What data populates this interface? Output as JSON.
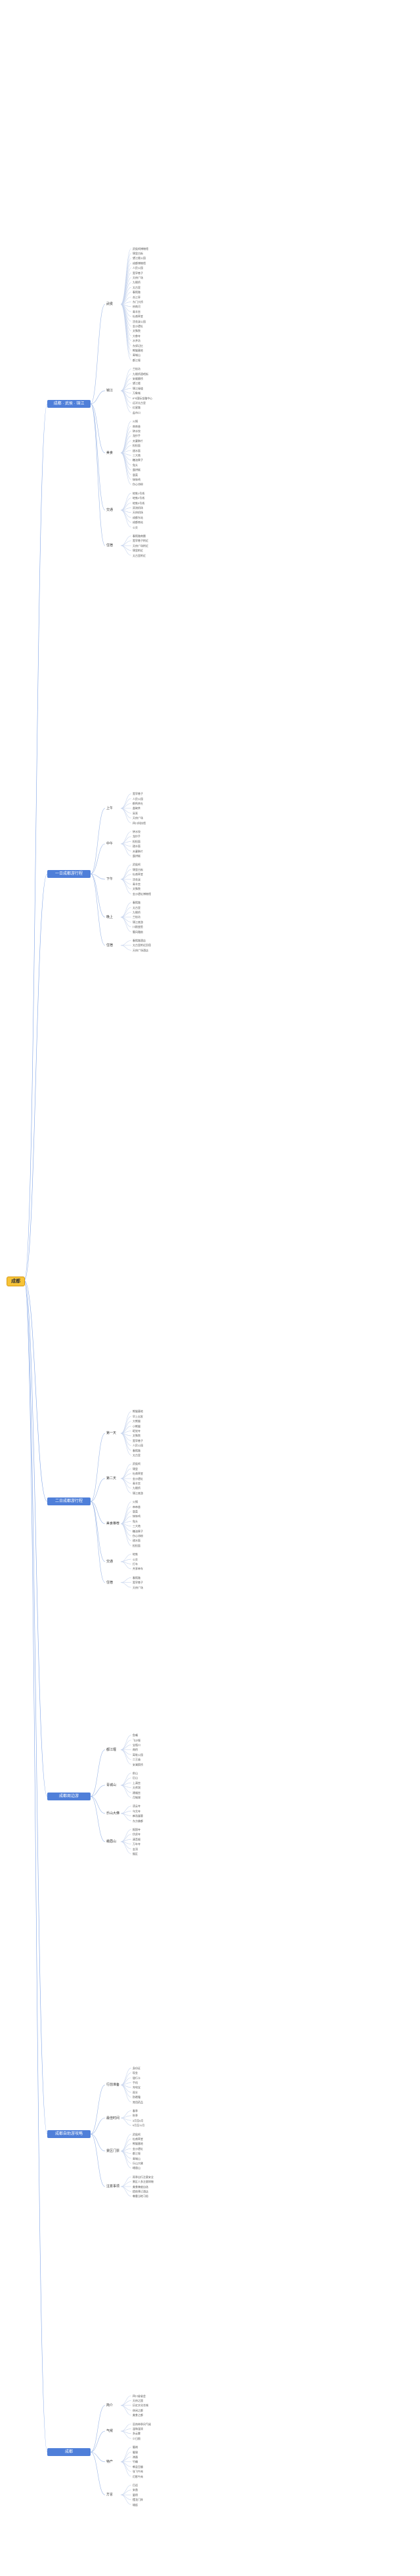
{
  "root": {
    "label": "成都"
  },
  "branches": [
    {
      "label": "成都 · 武侯 · 锦江",
      "topics": [
        {
          "label": "武侯",
          "leaves": [
            "武侯祠博物馆",
            "锦里古街",
            "望江楼公园",
            "成都博物馆",
            "人民公园",
            "宽窄巷子",
            "天府广场",
            "九眼桥",
            "太古里",
            "春熙路",
            "合江亭",
            "东门大桥",
            "府南河",
            "青羊宫",
            "杜甫草堂",
            "浣花溪公园",
            "金沙遗址",
            "文殊院",
            "大慈寺",
            "水井坊",
            "东郊记忆",
            "熊猫基地",
            "青城山",
            "都江堰"
          ]
        },
        {
          "label": "锦江",
          "leaves": [
            "兰桂坊",
            "九眼桥酒吧街",
            "安顺廊桥",
            "望江楼",
            "锦江绿道",
            "万象城",
            "IFS国际金融中心",
            "远洋太古里",
            "红星路",
            "盐市口"
          ]
        },
        {
          "label": "美食",
          "leaves": [
            "火锅",
            "串串香",
            "钟水饺",
            "龙抄手",
            "夫妻肺片",
            "担担面",
            "甜水面",
            "三大炮",
            "糖油果子",
            "兔头",
            "蛋烘糕",
            "冒菜",
            "钵钵鸡",
            "伤心凉粉"
          ]
        },
        {
          "label": "交通",
          "leaves": [
            "地铁1号线",
            "地铁2号线",
            "地铁3号线",
            "双流机场",
            "天府机场",
            "成都东站",
            "成都南站",
            "公交"
          ]
        },
        {
          "label": "住宿",
          "leaves": [
            "春熙路商圈",
            "宽窄巷子附近",
            "天府广场附近",
            "锦里附近",
            "太古里附近"
          ]
        }
      ]
    },
    {
      "label": "一日成都游行程",
      "topics": [
        {
          "label": "上午",
          "leaves": [
            "宽窄巷子",
            "人民公园",
            "鹤鸣茶社",
            "盖碗茶",
            "采耳",
            "天府广场",
            "四川科技馆"
          ]
        },
        {
          "label": "中午",
          "leaves": [
            "钟水饺",
            "龙抄手",
            "担担面",
            "甜水面",
            "夫妻肺片",
            "蛋烘糕"
          ]
        },
        {
          "label": "下午",
          "leaves": [
            "武侯祠",
            "锦里古街",
            "杜甫草堂",
            "浣花溪",
            "青羊宫",
            "文殊院",
            "金沙遗址博物馆"
          ]
        },
        {
          "label": "晚上",
          "leaves": [
            "春熙路",
            "太古里",
            "九眼桥",
            "兰桂坊",
            "锦江夜游",
            "川剧变脸",
            "蜀风雅韵"
          ]
        },
        {
          "label": "住宿",
          "leaves": [
            "春熙路酒店",
            "太古里附近民宿",
            "天府广场酒店"
          ]
        }
      ]
    },
    {
      "label": "二日成都游行程",
      "topics": [
        {
          "label": "第一天",
          "leaves": [
            "熊猫基地",
            "早上出发",
            "大熊猫",
            "小熊猫",
            "昭觉寺",
            "文殊院",
            "宽窄巷子",
            "人民公园",
            "春熙路",
            "太古里"
          ]
        },
        {
          "label": "第二天",
          "leaves": [
            "武侯祠",
            "锦里",
            "杜甫草堂",
            "金沙遗址",
            "青羊宫",
            "九眼桥",
            "锦江夜游"
          ]
        },
        {
          "label": "美食推荐",
          "leaves": [
            "火锅",
            "串串香",
            "冒菜",
            "钵钵鸡",
            "兔头",
            "三大炮",
            "糖油果子",
            "伤心凉粉",
            "甜水面",
            "担担面"
          ]
        },
        {
          "label": "交通",
          "leaves": [
            "地铁",
            "公交",
            "打车",
            "共享单车"
          ]
        },
        {
          "label": "住宿",
          "leaves": [
            "春熙路",
            "宽窄巷子",
            "天府广场"
          ]
        }
      ]
    },
    {
      "label": "成都周边游",
      "topics": [
        {
          "label": "都江堰",
          "leaves": [
            "鱼嘴",
            "飞沙堰",
            "宝瓶口",
            "南桥",
            "离堆公园",
            "二王庙",
            "安澜索桥"
          ]
        },
        {
          "label": "青城山",
          "leaves": [
            "前山",
            "后山",
            "上清宫",
            "天师洞",
            "建福宫",
            "月城湖"
          ]
        },
        {
          "label": "乐山大佛",
          "leaves": [
            "凌云寺",
            "乌尤寺",
            "麻浩崖墓",
            "东方佛都"
          ]
        },
        {
          "label": "峨眉山",
          "leaves": [
            "报国寺",
            "伏虎寺",
            "清音阁",
            "万年寺",
            "金顶",
            "猴区"
          ]
        }
      ]
    },
    {
      "label": "成都自助游攻略",
      "topics": [
        {
          "label": "行前准备",
          "leaves": [
            "身份证",
            "现金",
            "银行卡",
            "手机",
            "充电宝",
            "雨伞",
            "防晒霜",
            "常用药品"
          ]
        },
        {
          "label": "最佳时间",
          "leaves": [
            "春季",
            "秋季",
            "3月至6月",
            "9月至11月"
          ]
        },
        {
          "label": "景区门票",
          "leaves": [
            "武侯祠",
            "杜甫草堂",
            "熊猫基地",
            "金沙遗址",
            "都江堰",
            "青城山",
            "乐山大佛",
            "峨眉山"
          ]
        },
        {
          "label": "注意事项",
          "leaves": [
            "雨季出行注意安全",
            "景区人多注意财物",
            "美食辣度自选",
            "提前预订酒店",
            "尊重当地习俗"
          ]
        }
      ]
    },
    {
      "label": "成都",
      "topics": [
        {
          "label": "简介",
          "leaves": [
            "四川省省会",
            "天府之国",
            "历史文化名城",
            "休闲之都",
            "美食之都"
          ]
        },
        {
          "label": "气候",
          "leaves": [
            "亚热带季风气候",
            "温和湿润",
            "多云雾",
            "少日照"
          ]
        },
        {
          "label": "特产",
          "leaves": [
            "蜀绣",
            "蜀锦",
            "漆器",
            "竹编",
            "郫县豆瓣",
            "张飞牛肉",
            "灯影牛肉"
          ]
        },
        {
          "label": "方言",
          "leaves": [
            "巴适",
            "安逸",
            "要得",
            "摆龙门阵",
            "雄起"
          ]
        }
      ]
    }
  ]
}
